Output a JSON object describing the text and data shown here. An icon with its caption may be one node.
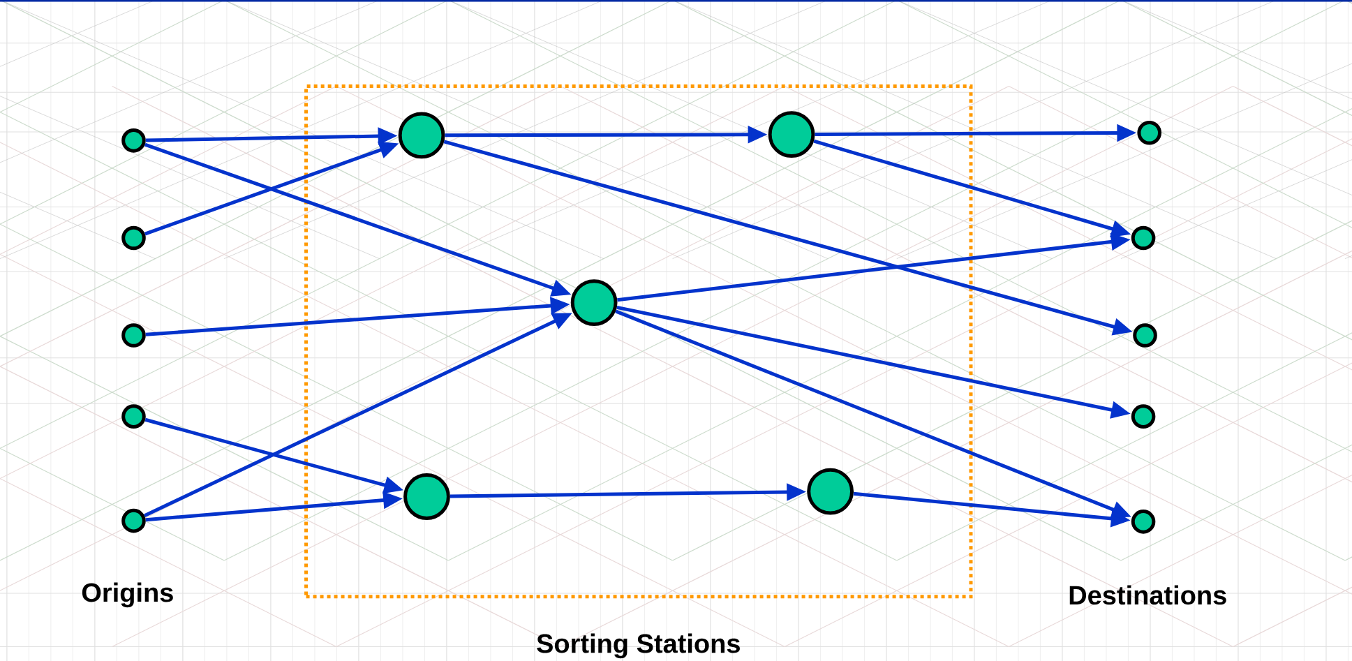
{
  "diagram": {
    "nodes": [
      {
        "text": [
          "Sorting Stations"
        ]
      },
      {
        "text": [],
        "shape": "circle"
      },
      {
        "text": [],
        "shape": "circle"
      },
      {
        "text": [],
        "shape": "circle"
      },
      {
        "text": [],
        "shape": "circle"
      },
      {
        "text": [],
        "shape": "circle"
      },
      {
        "text": [],
        "shape": "circle",
        "in": 0
      },
      {
        "text": [],
        "shape": "circle",
        "in": 0
      },
      {
        "text": [],
        "shape": "circle",
        "in": 0
      },
      {
        "text": [],
        "shape": "circle",
        "in": 0
      },
      {
        "text": [],
        "shape": "circle",
        "in": 0
      },
      {
        "text": [],
        "shape": "circle"
      },
      {
        "text": [],
        "shape": "circle"
      },
      {
        "text": [],
        "shape": "circle"
      },
      {
        "text": [],
        "shape": "circle"
      },
      {
        "text": [],
        "shape": "circle"
      }
    ],
    "edges": [
      {
        "from": 1,
        "to": 6,
        "arrow": "to"
      },
      {
        "from": 1,
        "to": 8,
        "arrow": "to"
      },
      {
        "from": 2,
        "to": 6,
        "arrow": "to"
      },
      {
        "from": 3,
        "to": 8,
        "arrow": "to"
      },
      {
        "from": 4,
        "to": 9,
        "arrow": "to"
      },
      {
        "from": 5,
        "to": 8,
        "arrow": "to"
      },
      {
        "from": 5,
        "to": 9,
        "arrow": "to"
      },
      {
        "from": 6,
        "to": 7,
        "arrow": "to"
      },
      {
        "from": 6,
        "to": 13,
        "arrow": "to"
      },
      {
        "from": 7,
        "to": 11,
        "arrow": "to"
      },
      {
        "from": 7,
        "to": 12,
        "arrow": "to"
      },
      {
        "from": 8,
        "to": 12,
        "arrow": "to"
      },
      {
        "from": 8,
        "to": 14,
        "arrow": "to"
      },
      {
        "from": 8,
        "to": 15,
        "arrow": "to"
      },
      {
        "from": 9,
        "to": 10,
        "arrow": "to"
      },
      {
        "from": 10,
        "to": 15,
        "arrow": "to"
      }
    ],
    "labels": [
      "Origins",
      "Destinations"
    ]
  }
}
